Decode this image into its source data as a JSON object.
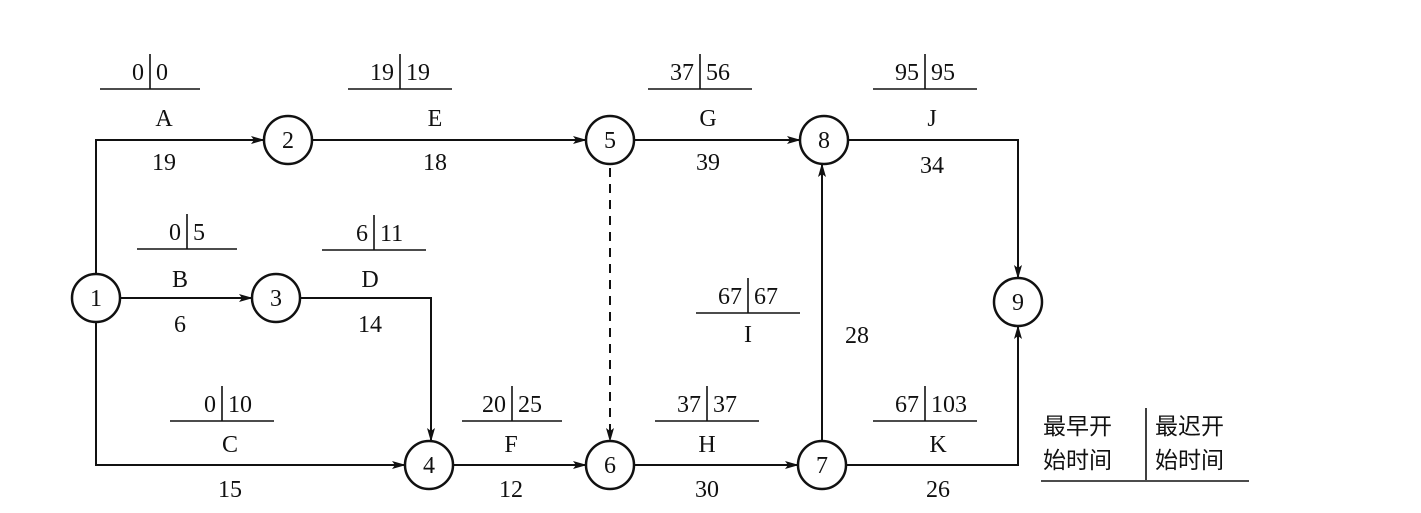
{
  "nodes": [
    {
      "id": "1",
      "label": "1"
    },
    {
      "id": "2",
      "label": "2"
    },
    {
      "id": "3",
      "label": "3"
    },
    {
      "id": "4",
      "label": "4"
    },
    {
      "id": "5",
      "label": "5"
    },
    {
      "id": "6",
      "label": "6"
    },
    {
      "id": "7",
      "label": "7"
    },
    {
      "id": "8",
      "label": "8"
    },
    {
      "id": "9",
      "label": "9"
    }
  ],
  "activities": [
    {
      "name": "A",
      "from": "1",
      "to": "2",
      "duration": "19",
      "earliest_start": "0",
      "latest_start": "0"
    },
    {
      "name": "B",
      "from": "1",
      "to": "3",
      "duration": "6",
      "earliest_start": "0",
      "latest_start": "5"
    },
    {
      "name": "C",
      "from": "1",
      "to": "4",
      "duration": "15",
      "earliest_start": "0",
      "latest_start": "10"
    },
    {
      "name": "D",
      "from": "3",
      "to": "4",
      "duration": "14",
      "earliest_start": "6",
      "latest_start": "11"
    },
    {
      "name": "E",
      "from": "2",
      "to": "5",
      "duration": "18",
      "earliest_start": "19",
      "latest_start": "19"
    },
    {
      "name": "F",
      "from": "4",
      "to": "6",
      "duration": "12",
      "earliest_start": "20",
      "latest_start": "25"
    },
    {
      "name": "G",
      "from": "5",
      "to": "8",
      "duration": "39",
      "earliest_start": "37",
      "latest_start": "56"
    },
    {
      "name": "H",
      "from": "6",
      "to": "7",
      "duration": "30",
      "earliest_start": "37",
      "latest_start": "37"
    },
    {
      "name": "I",
      "from": "7",
      "to": "8",
      "duration": "28",
      "earliest_start": "67",
      "latest_start": "67"
    },
    {
      "name": "J",
      "from": "8",
      "to": "9",
      "duration": "34",
      "earliest_start": "95",
      "latest_start": "95"
    },
    {
      "name": "K",
      "from": "7",
      "to": "9",
      "duration": "26",
      "earliest_start": "67",
      "latest_start": "103"
    }
  ],
  "dummy_activities": [
    {
      "from": "5",
      "to": "6"
    }
  ],
  "legend": {
    "left_line1": "最早开",
    "left_line2": "始时间",
    "right_line1": "最迟开",
    "right_line2": "始时间"
  }
}
